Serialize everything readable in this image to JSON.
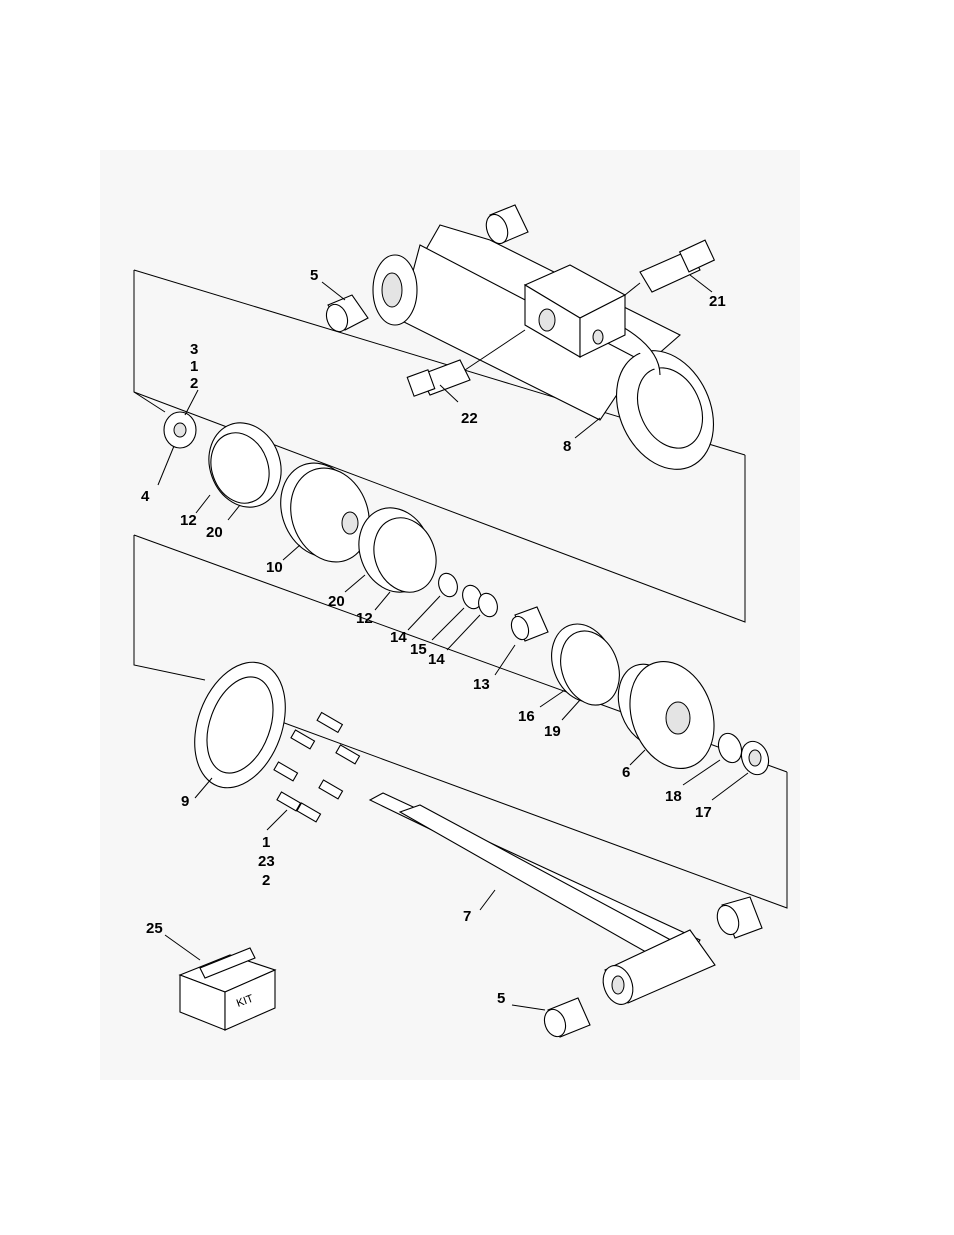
{
  "diagram": {
    "kit_label": "KIT",
    "callouts": {
      "c5_top": "5",
      "c21": "21",
      "c3": "3",
      "c1_top": "1",
      "c2_top": "2",
      "c22": "22",
      "c8": "8",
      "c4": "4",
      "c12_a": "12",
      "c20_a": "20",
      "c10": "10",
      "c20_b": "20",
      "c12_b": "12",
      "c14_a": "14",
      "c15": "15",
      "c14_b": "14",
      "c13": "13",
      "c16": "16",
      "c19": "19",
      "c6": "6",
      "c18": "18",
      "c17": "17",
      "c9": "9",
      "c1_bot": "1",
      "c23": "23",
      "c2_bot": "2",
      "c7": "7",
      "c25": "25",
      "c5_bot": "5"
    }
  }
}
